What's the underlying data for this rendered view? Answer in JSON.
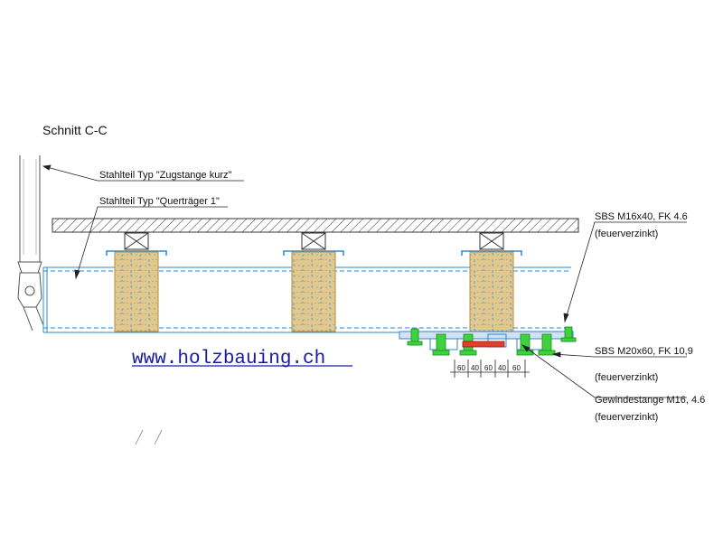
{
  "section_title": "Schnitt C-C",
  "labels": {
    "zugstange": "Stahlteil Typ \"Zugstange kurz\"",
    "quertraeger": "Stahlteil Typ \"Querträger 1\"",
    "sbs_m16": "SBS M16x40, FK 4.6",
    "sbs_m16_note": "(feuerverzinkt)",
    "sbs_m20": "SBS M20x60, FK 10,9",
    "sbs_m20_note": "(feuerverzinkt)",
    "gewinde": "Gewindestange M16, 4.6",
    "gewinde_note": "(feuerverzinkt)"
  },
  "dimensions": [
    "60",
    "40",
    "60",
    "40",
    "60"
  ],
  "website": "www.holzbauing.ch",
  "colors": {
    "steel_blue": "#2a8ad6",
    "timber": "#e3c88e",
    "bolt_green": "#3fd23f",
    "rod_red": "#e0402a",
    "line": "#222222",
    "url": "#1a1aa6"
  }
}
